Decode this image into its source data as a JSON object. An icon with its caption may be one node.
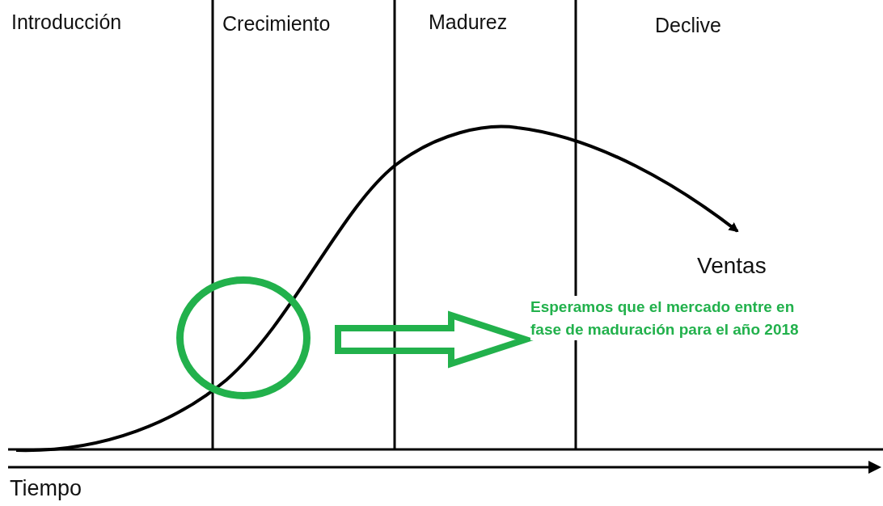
{
  "diagram": {
    "nodes": [
      {
        "text": [],
        "shape": "circle"
      },
      {
        "text": [
          "Esperamos que el mercado entre en fase de maduración para el año 2018"
        ]
      }
    ],
    "edges": [
      {
        "from": 0,
        "to": 1,
        "arrow": "to",
        "color": "#22b14c"
      }
    ],
    "labels": [
      "Introducción",
      "Crecimiento",
      "Madurez",
      "Declive",
      "Ventas",
      "Tiempo"
    ]
  }
}
